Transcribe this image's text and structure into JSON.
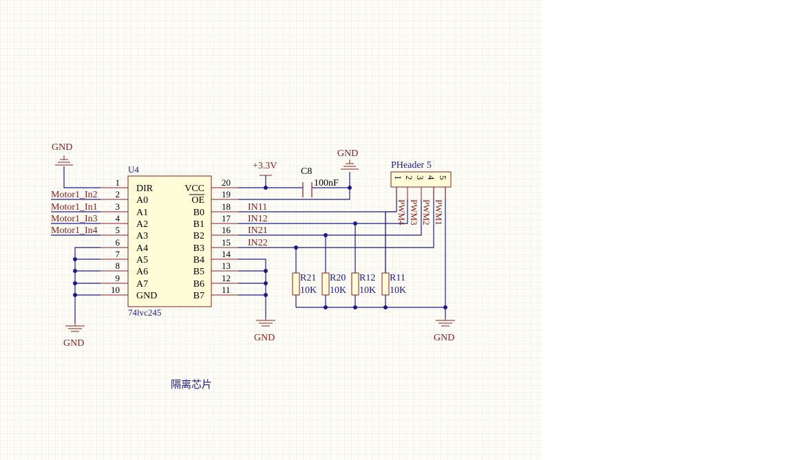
{
  "schematic": {
    "ic": {
      "designator": "U4",
      "part": "74lvc245",
      "left_pins": [
        {
          "num": "1",
          "name": "DIR"
        },
        {
          "num": "2",
          "name": "A0"
        },
        {
          "num": "3",
          "name": "A1"
        },
        {
          "num": "4",
          "name": "A2"
        },
        {
          "num": "5",
          "name": "A3"
        },
        {
          "num": "6",
          "name": "A4"
        },
        {
          "num": "7",
          "name": "A5"
        },
        {
          "num": "8",
          "name": "A6"
        },
        {
          "num": "9",
          "name": "A7"
        },
        {
          "num": "10",
          "name": "GND"
        }
      ],
      "right_pins": [
        {
          "num": "20",
          "name": "VCC"
        },
        {
          "num": "19",
          "name": "OE"
        },
        {
          "num": "18",
          "name": "B0"
        },
        {
          "num": "17",
          "name": "B1"
        },
        {
          "num": "16",
          "name": "B2"
        },
        {
          "num": "15",
          "name": "B3"
        },
        {
          "num": "14",
          "name": "B4"
        },
        {
          "num": "13",
          "name": "B5"
        },
        {
          "num": "12",
          "name": "B6"
        },
        {
          "num": "11",
          "name": "B7"
        }
      ]
    },
    "input_nets": [
      "Motor1_In2",
      "Motor1_In1",
      "Motor1_In3",
      "Motor1_In4"
    ],
    "output_nets": [
      "IN11",
      "IN12",
      "IN21",
      "IN22"
    ],
    "power": {
      "vcc": "+3.3V",
      "gnd": "GND"
    },
    "capacitor": {
      "designator": "C8",
      "value": "100nF"
    },
    "header": {
      "name": "PHeader 5",
      "pins": [
        "1",
        "2",
        "3",
        "4",
        "5"
      ],
      "nets": [
        "PWM4",
        "PWM3",
        "PWM2",
        "PWM1"
      ]
    },
    "resistors": [
      {
        "designator": "R21",
        "value": "10K"
      },
      {
        "designator": "R20",
        "value": "10K"
      },
      {
        "designator": "R12",
        "value": "10K"
      },
      {
        "designator": "R11",
        "value": "10K"
      }
    ],
    "caption": "隔离芯片"
  },
  "colors": {
    "grid": "#ede9dc",
    "sheet": "#fdfcf6",
    "wire": "#1a1a8b",
    "component": "#8b1a1a",
    "ic_fill": "#fffdd8"
  }
}
